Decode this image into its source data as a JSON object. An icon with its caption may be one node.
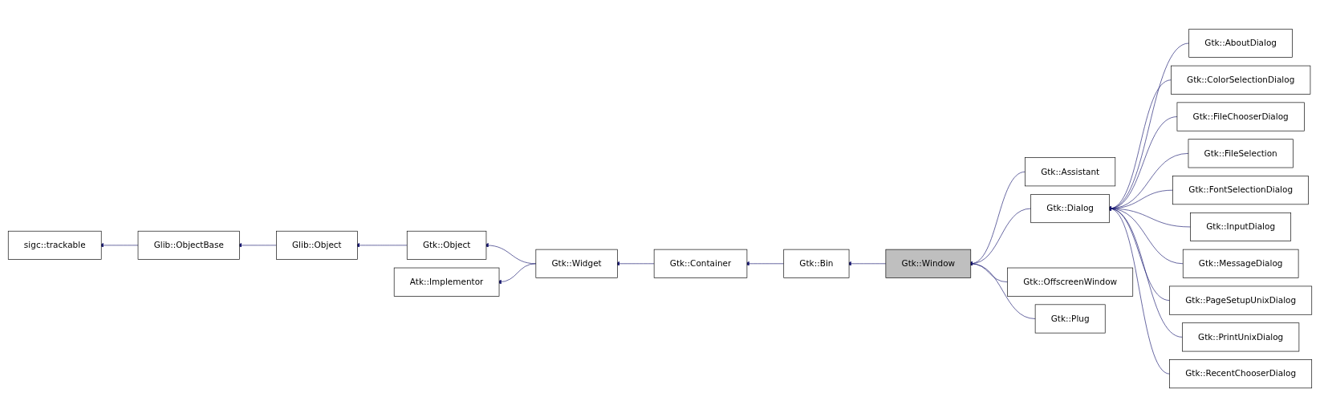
{
  "diagram": {
    "nodes": [
      {
        "text": [
          "sigc::trackable"
        ]
      },
      {
        "text": [
          "Glib::ObjectBase"
        ]
      },
      {
        "text": [
          "Glib::Object"
        ]
      },
      {
        "text": [
          "Gtk::Object"
        ]
      },
      {
        "text": [
          "Atk::Implementor"
        ]
      },
      {
        "text": [
          "Gtk::Widget"
        ]
      },
      {
        "text": [
          "Gtk::Container"
        ]
      },
      {
        "text": [
          "Gtk::Bin"
        ]
      },
      {
        "text": [
          "Gtk::Window"
        ]
      },
      {
        "text": [
          "Gtk::Assistant"
        ]
      },
      {
        "text": [
          "Gtk::Dialog"
        ]
      },
      {
        "text": [
          "Gtk::OffscreenWindow"
        ]
      },
      {
        "text": [
          "Gtk::Plug"
        ]
      },
      {
        "text": [
          "Gtk::AboutDialog"
        ]
      },
      {
        "text": [
          "Gtk::ColorSelectionDialog"
        ]
      },
      {
        "text": [
          "Gtk::FileChooserDialog"
        ]
      },
      {
        "text": [
          "Gtk::FileSelection"
        ]
      },
      {
        "text": [
          "Gtk::FontSelectionDialog"
        ]
      },
      {
        "text": [
          "Gtk::InputDialog"
        ]
      },
      {
        "text": [
          "Gtk::MessageDialog"
        ]
      },
      {
        "text": [
          "Gtk::PageSetupUnixDialog"
        ]
      },
      {
        "text": [
          "Gtk::PrintUnixDialog"
        ]
      },
      {
        "text": [
          "Gtk::RecentChooserDialog"
        ]
      }
    ],
    "edges": [
      {
        "from": 1,
        "to": 0,
        "arrow": "to"
      },
      {
        "from": 2,
        "to": 1,
        "arrow": "to"
      },
      {
        "from": 3,
        "to": 2,
        "arrow": "to"
      },
      {
        "from": 5,
        "to": 3,
        "arrow": "to"
      },
      {
        "from": 5,
        "to": 4,
        "arrow": "to"
      },
      {
        "from": 6,
        "to": 5,
        "arrow": "to"
      },
      {
        "from": 7,
        "to": 6,
        "arrow": "to"
      },
      {
        "from": 8,
        "to": 7,
        "arrow": "to"
      },
      {
        "from": 9,
        "to": 8,
        "arrow": "to"
      },
      {
        "from": 10,
        "to": 8,
        "arrow": "to"
      },
      {
        "from": 11,
        "to": 8,
        "arrow": "to"
      },
      {
        "from": 12,
        "to": 8,
        "arrow": "to"
      },
      {
        "from": 13,
        "to": 10,
        "arrow": "to"
      },
      {
        "from": 14,
        "to": 10,
        "arrow": "to"
      },
      {
        "from": 15,
        "to": 10,
        "arrow": "to"
      },
      {
        "from": 16,
        "to": 10,
        "arrow": "to"
      },
      {
        "from": 17,
        "to": 10,
        "arrow": "to"
      },
      {
        "from": 18,
        "to": 10,
        "arrow": "to"
      },
      {
        "from": 19,
        "to": 10,
        "arrow": "to"
      },
      {
        "from": 20,
        "to": 10,
        "arrow": "to"
      },
      {
        "from": 21,
        "to": 10,
        "arrow": "to"
      },
      {
        "from": 22,
        "to": 10,
        "arrow": "to"
      }
    ]
  }
}
